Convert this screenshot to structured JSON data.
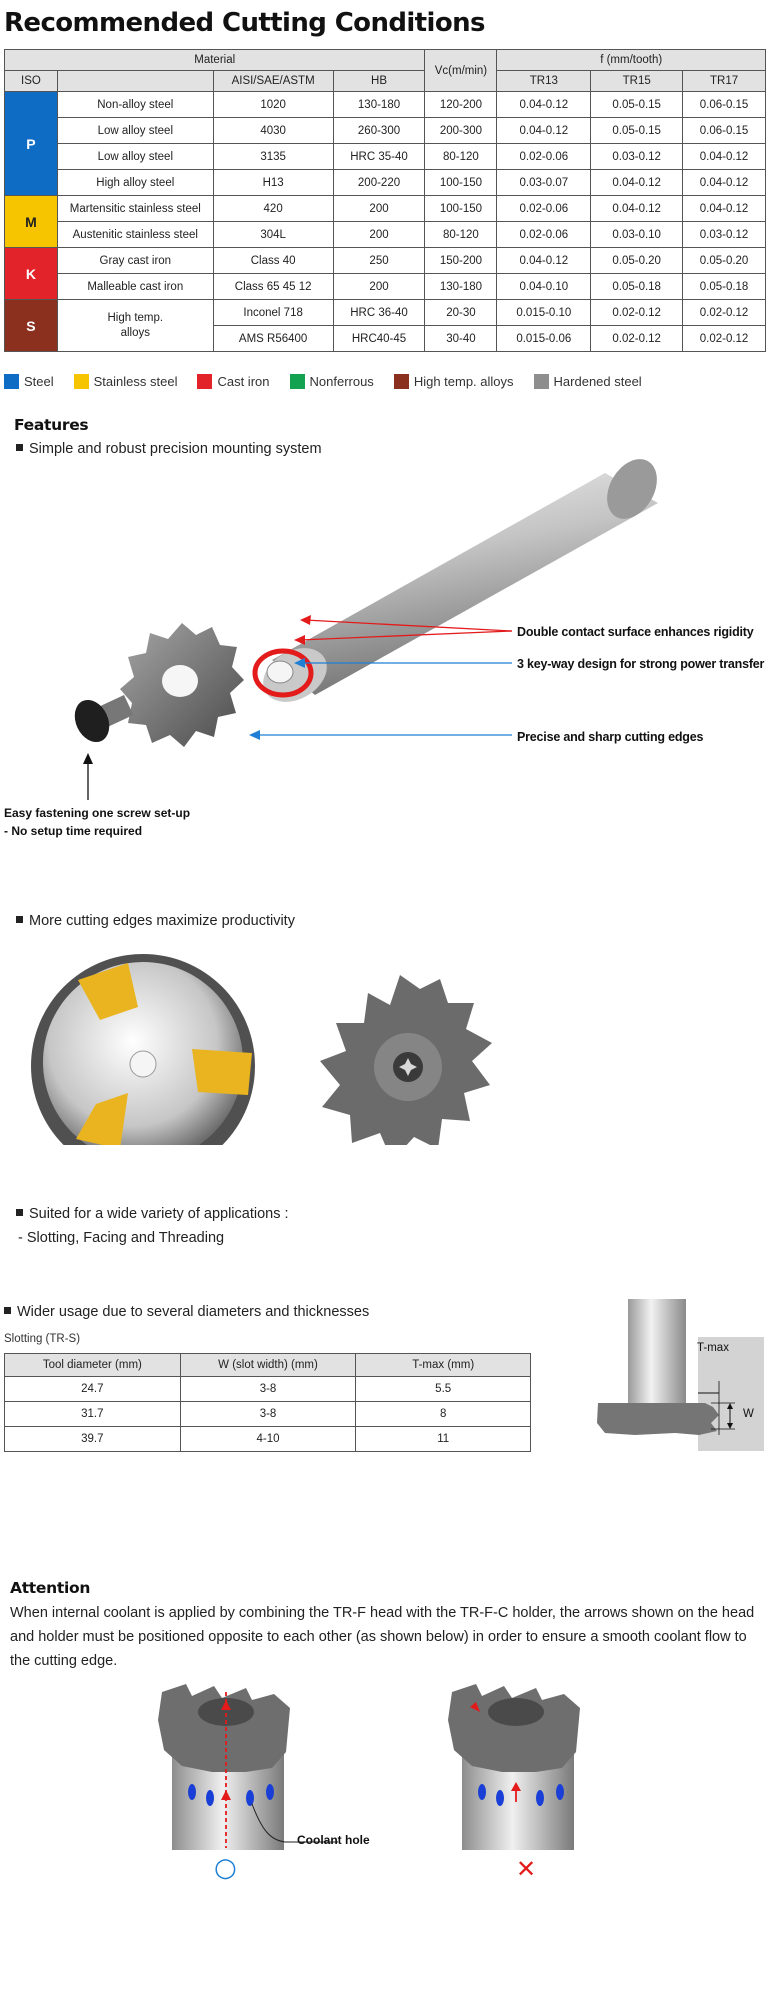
{
  "title": "Recommended Cutting Conditions",
  "cond_table": {
    "h_material": "Material",
    "h_vc": "Vc(m/min)",
    "h_f": "f (mm/tooth)",
    "h_iso": "ISO",
    "h_aisi": "AISI/SAE/ASTM",
    "h_hb": "HB",
    "h_tr13": "TR13",
    "h_tr15": "TR15",
    "h_tr17": "TR17",
    "iso": {
      "p": "P",
      "m": "M",
      "k": "K",
      "s": "S"
    },
    "iso_colors": {
      "p": "#0f6cc5",
      "m": "#f7c400",
      "k": "#e2232a",
      "s": "#8b301e"
    },
    "rows": [
      {
        "material": "Non-alloy steel",
        "grade": "1020",
        "hb": "130-180",
        "vc": "120-200",
        "tr13": "0.04-0.12",
        "tr15": "0.05-0.15",
        "tr17": "0.06-0.15"
      },
      {
        "material": "Low alloy steel",
        "grade": "4030",
        "hb": "260-300",
        "vc": "200-300",
        "tr13": "0.04-0.12",
        "tr15": "0.05-0.15",
        "tr17": "0.06-0.15"
      },
      {
        "material": "Low alloy steel",
        "grade": "3135",
        "hb": "HRC 35-40",
        "vc": "80-120",
        "tr13": "0.02-0.06",
        "tr15": "0.03-0.12",
        "tr17": "0.04-0.12"
      },
      {
        "material": "High alloy steel",
        "grade": "H13",
        "hb": "200-220",
        "vc": "100-150",
        "tr13": "0.03-0.07",
        "tr15": "0.04-0.12",
        "tr17": "0.04-0.12"
      },
      {
        "material": "Martensitic stainless steel",
        "grade": "420",
        "hb": "200",
        "vc": "100-150",
        "tr13": "0.02-0.06",
        "tr15": "0.04-0.12",
        "tr17": "0.04-0.12"
      },
      {
        "material": "Austenitic stainless steel",
        "grade": "304L",
        "hb": "200",
        "vc": "80-120",
        "tr13": "0.02-0.06",
        "tr15": "0.03-0.10",
        "tr17": "0.03-0.12"
      },
      {
        "material": "Gray cast iron",
        "grade": "Class 40",
        "hb": "250",
        "vc": "150-200",
        "tr13": "0.04-0.12",
        "tr15": "0.05-0.20",
        "tr17": "0.05-0.20"
      },
      {
        "material": "Malleable cast iron",
        "grade": "Class 65 45 12",
        "hb": "200",
        "vc": "130-180",
        "tr13": "0.04-0.10",
        "tr15": "0.05-0.18",
        "tr17": "0.05-0.18"
      },
      {
        "material": "High temp.\nalloys",
        "grade": "Inconel 718",
        "hb": "HRC 36-40",
        "vc": "20-30",
        "tr13": "0.015-0.10",
        "tr15": "0.02-0.12",
        "tr17": "0.02-0.12"
      },
      {
        "grade": "AMS R56400",
        "hb": "HRC40-45",
        "vc": "30-40",
        "tr13": "0.015-0.06",
        "tr15": "0.02-0.12",
        "tr17": "0.02-0.12"
      }
    ]
  },
  "legend": [
    {
      "label": "Steel",
      "color": "#0f6cc5"
    },
    {
      "label": "Stainless steel",
      "color": "#f7c400"
    },
    {
      "label": "Cast iron",
      "color": "#e2232a"
    },
    {
      "label": "Nonferrous",
      "color": "#12a250"
    },
    {
      "label": "High temp. alloys",
      "color": "#8b301e"
    },
    {
      "label": "Hardened steel",
      "color": "#8e8e8e"
    }
  ],
  "features": {
    "heading": "Features",
    "b1": "Simple and robust precision mounting system",
    "callout1": "Double contact surface enhances rigidity",
    "callout2": "3 key-way design for strong power transfer",
    "callout3": "Precise and sharp cutting edges",
    "note_line1": "Easy fastening one screw set-up",
    "note_line2": "- No setup time required",
    "b2": "More cutting edges maximize productivity",
    "b3": "Suited for a wide variety of applications :",
    "b3_sub": "- Slotting, Facing and Threading",
    "b4": "Wider usage due to several diameters and thicknesses"
  },
  "slotting": {
    "caption": "Slotting (TR-S)",
    "headers": [
      "Tool diameter (mm)",
      "W (slot width) (mm)",
      "T-max (mm)"
    ],
    "rows": [
      [
        "24.7",
        "3-8",
        "5.5"
      ],
      [
        "31.7",
        "3-8",
        "8"
      ],
      [
        "39.7",
        "4-10",
        "11"
      ]
    ],
    "label_tmax": "T-max",
    "label_w": "W"
  },
  "attention": {
    "heading": "Attention",
    "text": "When internal coolant is applied by combining the TR-F head with the TR-F-C holder, the arrows shown on the head and holder must be positioned opposite to each other (as shown below) in order to ensure a smooth coolant flow to the cutting edge.",
    "coolant_label": "Coolant hole",
    "ok_symbol": "○",
    "ng_symbol": "✕"
  }
}
